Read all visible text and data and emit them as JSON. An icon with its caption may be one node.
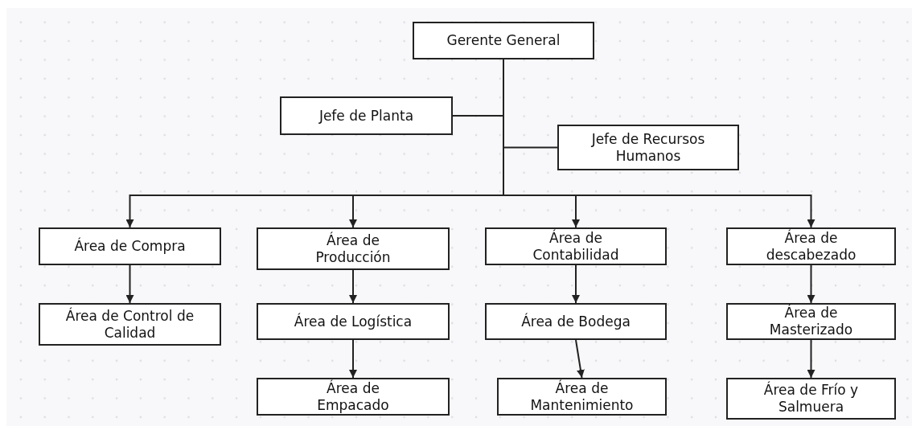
{
  "diagram": {
    "nodes": [
      {
        "text": [
          "Gerente General"
        ]
      },
      {
        "text": [
          "Jefe de Planta"
        ]
      },
      {
        "text": [
          "Jefe de Recursos Humanos"
        ]
      },
      {
        "text": [
          "Área de Compra"
        ]
      },
      {
        "text": [
          "Área de Producción"
        ]
      },
      {
        "text": [
          "Área de Contabilidad"
        ]
      },
      {
        "text": [
          "Área de descabezado"
        ]
      },
      {
        "text": [
          "Área de Control de Calidad"
        ]
      },
      {
        "text": [
          "Área de Logística"
        ]
      },
      {
        "text": [
          "Área de Bodega"
        ]
      },
      {
        "text": [
          "Área de Masterizado"
        ]
      },
      {
        "text": [
          "Área de Empacado"
        ]
      },
      {
        "text": [
          "Área de Mantenimiento"
        ]
      },
      {
        "text": [
          "Área de Frío y Salmuera"
        ]
      }
    ],
    "edges": [
      {
        "from": 0,
        "to": 1,
        "arrow": "none"
      },
      {
        "from": 0,
        "to": 2,
        "arrow": "none"
      },
      {
        "from": 0,
        "to": 3,
        "arrow": "to"
      },
      {
        "from": 0,
        "to": 4,
        "arrow": "to"
      },
      {
        "from": 0,
        "to": 5,
        "arrow": "to"
      },
      {
        "from": 0,
        "to": 6,
        "arrow": "to"
      },
      {
        "from": 3,
        "to": 7,
        "arrow": "to"
      },
      {
        "from": 4,
        "to": 8,
        "arrow": "to"
      },
      {
        "from": 8,
        "to": 11,
        "arrow": "to"
      },
      {
        "from": 5,
        "to": 9,
        "arrow": "to"
      },
      {
        "from": 9,
        "to": 12,
        "arrow": "to"
      },
      {
        "from": 6,
        "to": 10,
        "arrow": "to"
      },
      {
        "from": 10,
        "to": 13,
        "arrow": "to"
      }
    ]
  }
}
